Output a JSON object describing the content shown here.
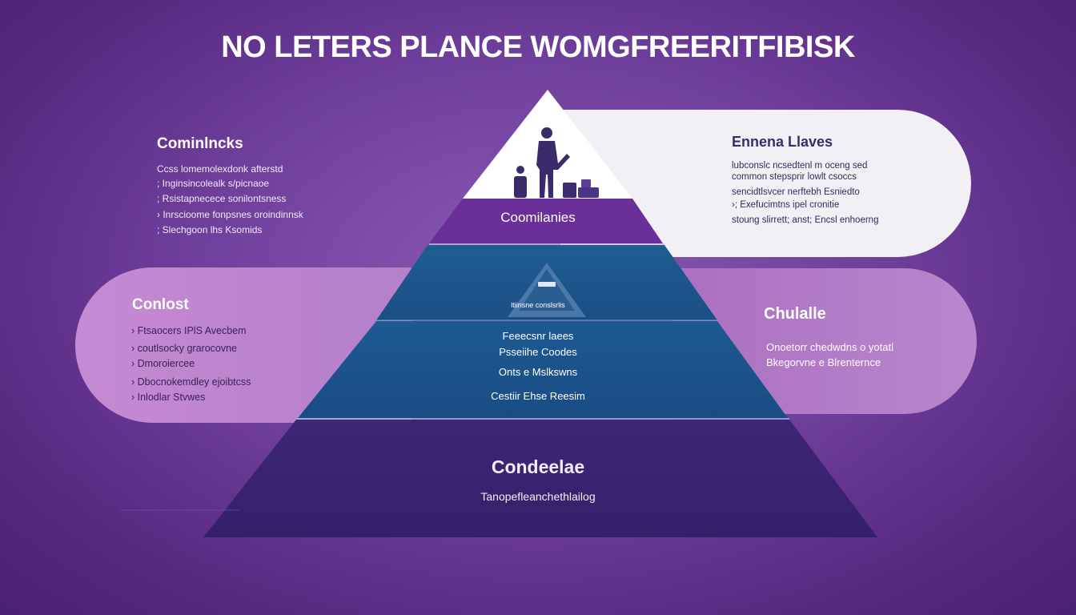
{
  "title": "NO LETERS PLANCE WOMGFREERITFIBISK",
  "left_top": {
    "heading": "Cominlncks",
    "items": [
      "Ccss lomemolexdonk afterstd",
      "; Inginsincolealk s/picnaoe",
      "; Rsistapnecece sonilontsness",
      "› Inrscioome fonpsnes oroindinnsk",
      "; Slechgoon lhs Ksomids"
    ]
  },
  "right_top": {
    "heading": "Ennena Llaves",
    "items": [
      "lubconslc ncsedtenl  m oceng sed",
      "common stepsprir lowlt csoccs",
      "sencidtlsvcer nerftebh Esniedto",
      "›; Exefucimtns ipel  cronitie",
      "stoung slirrett; anst; Encsl enhoerng"
    ]
  },
  "mid_left": {
    "heading": "Conlost",
    "items": [
      "› Ftsaocers IPlS Avecbem",
      "› coutlsocky grarocovne",
      "› Dmoroiercee",
      "› Dbocnokemdley ejoibtcss",
      "› Inlodlar Stvwes"
    ]
  },
  "mid_right": {
    "heading": "Chulalle",
    "items": [
      "Onoetorr chedwdns o yotatl",
      "Bkegorvne e Blrenternce"
    ]
  },
  "pyramid": {
    "tier2_label": "Coomilanies",
    "tier3_mini_label": "ltiinsne conslsrlis",
    "tier4_lines": [
      "Feeecsnr laees",
      "Psseiihe Coodes",
      "Onts e Mslkswns",
      "Cestiir Ehse Reesim"
    ],
    "tier5_heading": "Condeelae",
    "tier5_sub": "Tanopefleanchethlailog"
  },
  "colors": {
    "apex": "#ffffff",
    "tier2": "#6a2f98",
    "tier3": "#1f5a8f",
    "tier4": "#1d5790",
    "tier5": "#3b2470",
    "panel_light": "#f2f0f4",
    "panel_pink": "#c58ad3"
  },
  "icons": [
    "person-figure-icon",
    "box-stack-icon",
    "mini-pyramid-icon"
  ]
}
